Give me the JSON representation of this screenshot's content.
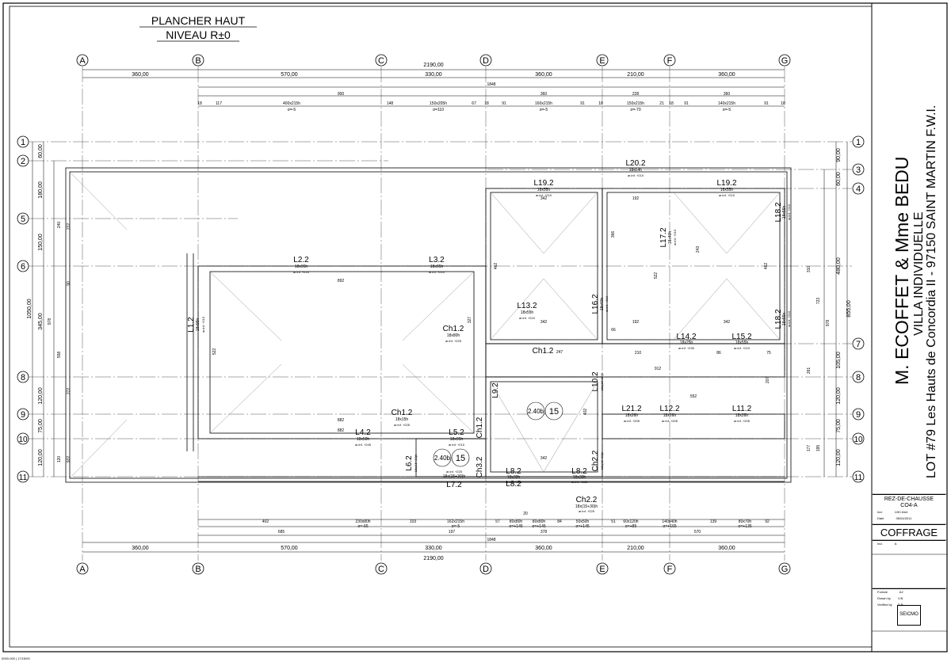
{
  "drawing": {
    "title_line1": "PLANCHER HAUT",
    "title_line2": "NIVEAU R±0",
    "axes_columns": [
      "A",
      "B",
      "C",
      "D",
      "E",
      "F",
      "G"
    ],
    "axes_rows_left": [
      "1",
      "2",
      "5",
      "6",
      "8",
      "9",
      "10",
      "11"
    ],
    "axes_rows_right": [
      "1",
      "3",
      "4",
      "7",
      "8",
      "9",
      "10",
      "11"
    ],
    "top_total": "2190,00",
    "bottom_total": "2190,00",
    "top_spans": [
      "360,00",
      "570,00",
      "330,00",
      "360,00",
      "210,00",
      "360,00"
    ],
    "bottom_spans": [
      "360,00",
      "570,00",
      "330,00",
      "360,00",
      "210,00",
      "360,00"
    ],
    "inner_total_top": "1848",
    "inner_total_bottom": "1848",
    "top_sub": [
      "900",
      "360",
      "228",
      "360"
    ],
    "top_openings": [
      "400x215h",
      "150x205h",
      "160x215h",
      "150x215h",
      "140x215h"
    ],
    "top_openings_sub": [
      "σ=-5",
      "σ=110",
      "σ=-5",
      "σ=-70",
      "σ=-5"
    ],
    "top_pieces": [
      "18",
      "117",
      "148",
      "67",
      "18",
      "91",
      "91",
      "18",
      "21",
      "18",
      "91",
      "91",
      "18"
    ],
    "bottom_pieces": [
      "402",
      "103",
      "57",
      "20",
      "84",
      "51",
      "139",
      "92"
    ],
    "bottom_openings": [
      "230x80h",
      "162x215h",
      "80x80h",
      "80x80h",
      "50x50h",
      "60x120h",
      "140x40h",
      "80x70h"
    ],
    "bottom_openings_sub": [
      "σ=-65",
      "σ=-5",
      "σ=+145",
      "σ=+145",
      "σ=+145",
      "σ=+85",
      "σ=+165",
      "σ=+135"
    ],
    "bottom_sub": [
      "685",
      "197",
      "378",
      "570"
    ],
    "left_dims": [
      "60,00",
      "180,00",
      "150,00",
      "345,00",
      "120,00",
      "75,00",
      "120,00"
    ],
    "left_total": "1050,00",
    "left_inner": [
      "240",
      "222",
      "90",
      "558",
      "272",
      "120",
      "922",
      "978"
    ],
    "right_dims": [
      "90,00",
      "60,00",
      "480,00",
      "105,00",
      "120,00",
      "75,00",
      "120,00"
    ],
    "right_total": "855,00",
    "right_inner": [
      "310",
      "723",
      "978",
      "261",
      "207",
      "177",
      "195"
    ],
    "beams": [
      {
        "name": "L2.2",
        "size": "18x95h",
        "ar": "ar.inf. +210"
      },
      {
        "name": "L3.2",
        "size": "18x95h",
        "ar": "ar.inf. +210"
      },
      {
        "name": "L1.2",
        "size": "18x95h",
        "ar": "ar.inf. +210"
      },
      {
        "name": "L19.2",
        "size": "18x55h",
        "ar": "ar.inf. +210"
      },
      {
        "name": "L19.2",
        "size": "18x55h",
        "ar": "ar.inf. +210"
      },
      {
        "name": "L20.2",
        "size": "18x54h",
        "ar": "ar.inf. +210"
      },
      {
        "name": "L17.2",
        "size": "18x40h",
        "ar": "ar.inf. +210"
      },
      {
        "name": "L18.2",
        "size": "18x55h",
        "ar": "ar.inf. +210"
      },
      {
        "name": "L18.2",
        "size": "18x55h",
        "ar": "ar.inf. +210"
      },
      {
        "name": "L13.2",
        "size": "18x55h",
        "ar": "ar.inf. +210"
      },
      {
        "name": "L16.2",
        "size": "18x40h",
        "ar": "ar.inf. +210"
      },
      {
        "name": "L14.2",
        "size": "18x25h",
        "ar": "ar.inf. +230"
      },
      {
        "name": "L15.2",
        "size": "18x55h",
        "ar": "ar.inf. +210"
      },
      {
        "name": "Ch1.2",
        "size": "18x80h",
        "ar": "ar.inf. +225"
      },
      {
        "name": "Ch1.2",
        "size": "",
        "ar": ""
      },
      {
        "name": "Ch1.2",
        "size": "18x15h",
        "ar": "ar.inf. +225"
      },
      {
        "name": "Ch1.2",
        "size": "",
        "ar": ""
      },
      {
        "name": "L9.2",
        "size": "",
        "ar": ""
      },
      {
        "name": "L10.2",
        "size": "18x(15+30)h",
        "ar": ""
      },
      {
        "name": "L21.2",
        "size": "18x26h",
        "ar": "ar.inf. +205"
      },
      {
        "name": "L12.2",
        "size": "18x26h",
        "ar": "ar.inf. +205"
      },
      {
        "name": "L11.2",
        "size": "18x26h",
        "ar": "ar.inf. +205"
      },
      {
        "name": "L4.2",
        "size": "18x50h",
        "ar": "ar.inf. +245"
      },
      {
        "name": "L5.2",
        "size": "18x95h",
        "ar": "ar.inf. +210"
      },
      {
        "name": "L6.2",
        "size": "18x(15+30)h",
        "ar": ""
      },
      {
        "name": "L7.2",
        "size": "18x(15+30)h",
        "ar": "ar.inf. +225"
      },
      {
        "name": "Ch3.2",
        "size": "",
        "ar": ""
      },
      {
        "name": "L8.2",
        "size": "18x30h",
        "ar": "ar.inf. +195"
      },
      {
        "name": "L8.2",
        "size": "18x30h",
        "ar": "ar.inf. +195"
      },
      {
        "name": "L8.2",
        "size": "",
        "ar": ""
      },
      {
        "name": "Ch2.2",
        "size": "18x(15+30)h",
        "ar": ""
      },
      {
        "name": "Ch2.2",
        "size": "18x(15+30)h",
        "ar": "ar.inf. +225"
      }
    ],
    "marks": [
      {
        "level": "2.40b",
        "num": "15"
      },
      {
        "level": "2.40b",
        "num": "15"
      }
    ],
    "inner_values": [
      "892",
      "882",
      "882",
      "327",
      "522",
      "342",
      "342",
      "342",
      "192",
      "192",
      "366",
      "522",
      "243",
      "462",
      "462",
      "247",
      "210",
      "912",
      "552",
      "342",
      "402",
      "86",
      "75",
      "66"
    ]
  },
  "cartouche": {
    "client": "M. ECOFFET & Mme BEDU",
    "project": "VILLA INDIVIDUELLE",
    "address": "LOT #79 Les Hauts de Concordia II - 97150 SAINT MARTIN F.W.I.",
    "level": "REZ-DE-CHAUSSE",
    "sheet_code": "CO4-A",
    "row1_label": "Ind.",
    "row1_value": "1/50 ème",
    "row2_label": "Date",
    "row2_value": "05/04/2011",
    "type": "COFFRAGE",
    "rev_label": "Ind.",
    "rev_value": "A",
    "format_label": "Format",
    "format_value": "A2",
    "drawn_label": "Drawn by",
    "drawn_value": "V.B.",
    "verified_label": "Verified by",
    "verified_value": "D.B.",
    "company": "SEICMO"
  },
  "footer_note": "0000-000 | 17/15/00"
}
